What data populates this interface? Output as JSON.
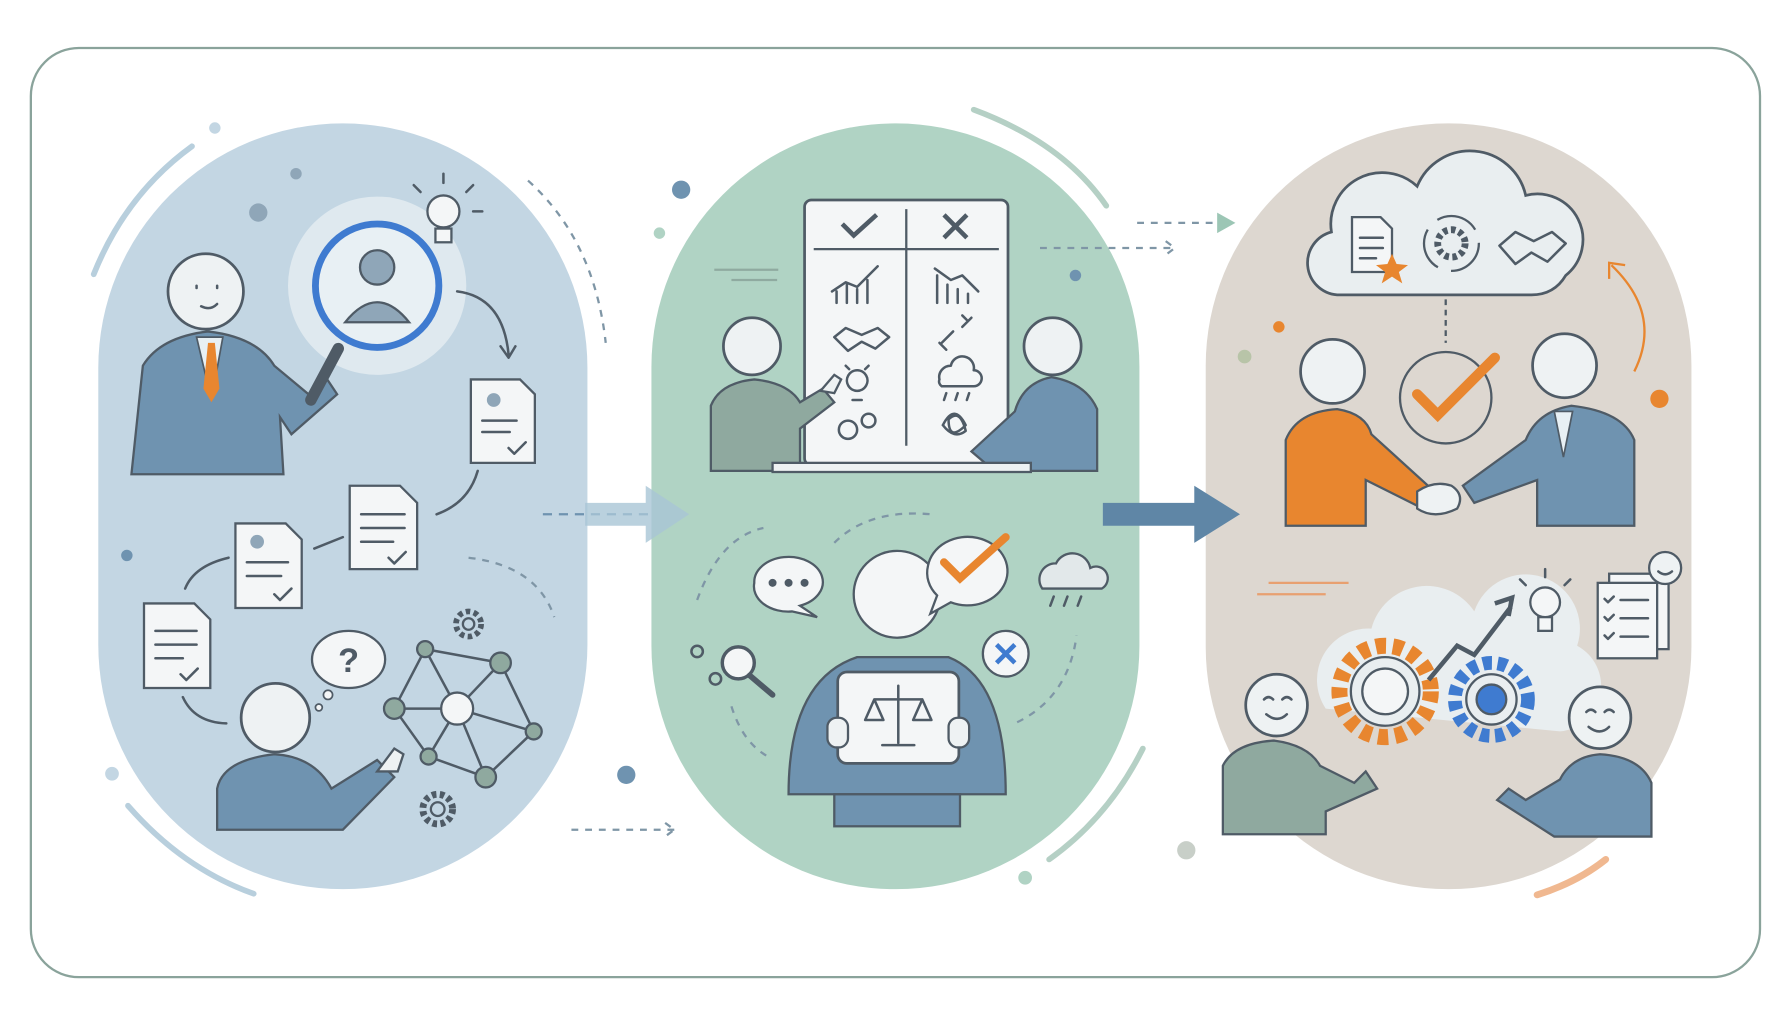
{
  "colors": {
    "frame": "#8aa39b",
    "stage_1_bg": "#c3d6e3",
    "stage_2_bg": "#b0d3c4",
    "stage_3_bg": "#ddd7d0",
    "figure": "#6f93b0",
    "figure_green": "#8fa99f",
    "accent_orange": "#e8862f",
    "accent_blue": "#3f7bd0",
    "outline": "#4f5b66"
  },
  "stages": [
    {
      "name": "research-and-discovery",
      "icons": [
        "magnifier-person-icon",
        "lightbulb-icon",
        "document-check-icon",
        "question-bubble-icon",
        "network-icon",
        "gear-icon"
      ]
    },
    {
      "name": "evaluation-and-decision",
      "icons": [
        "pros-cons-board-icon",
        "check-icon",
        "cross-icon",
        "growth-chart-icon",
        "decline-chart-icon",
        "handshake-icon",
        "broken-link-icon",
        "cloud-rain-icon",
        "scale-icon",
        "chat-icon"
      ]
    },
    {
      "name": "agreement-and-collaboration",
      "icons": [
        "cloud-icon",
        "document-star-icon",
        "sync-gear-icon",
        "handshake-icon",
        "check-circle-icon",
        "gears-icon",
        "growth-arrow-icon",
        "checklist-icon"
      ]
    }
  ]
}
